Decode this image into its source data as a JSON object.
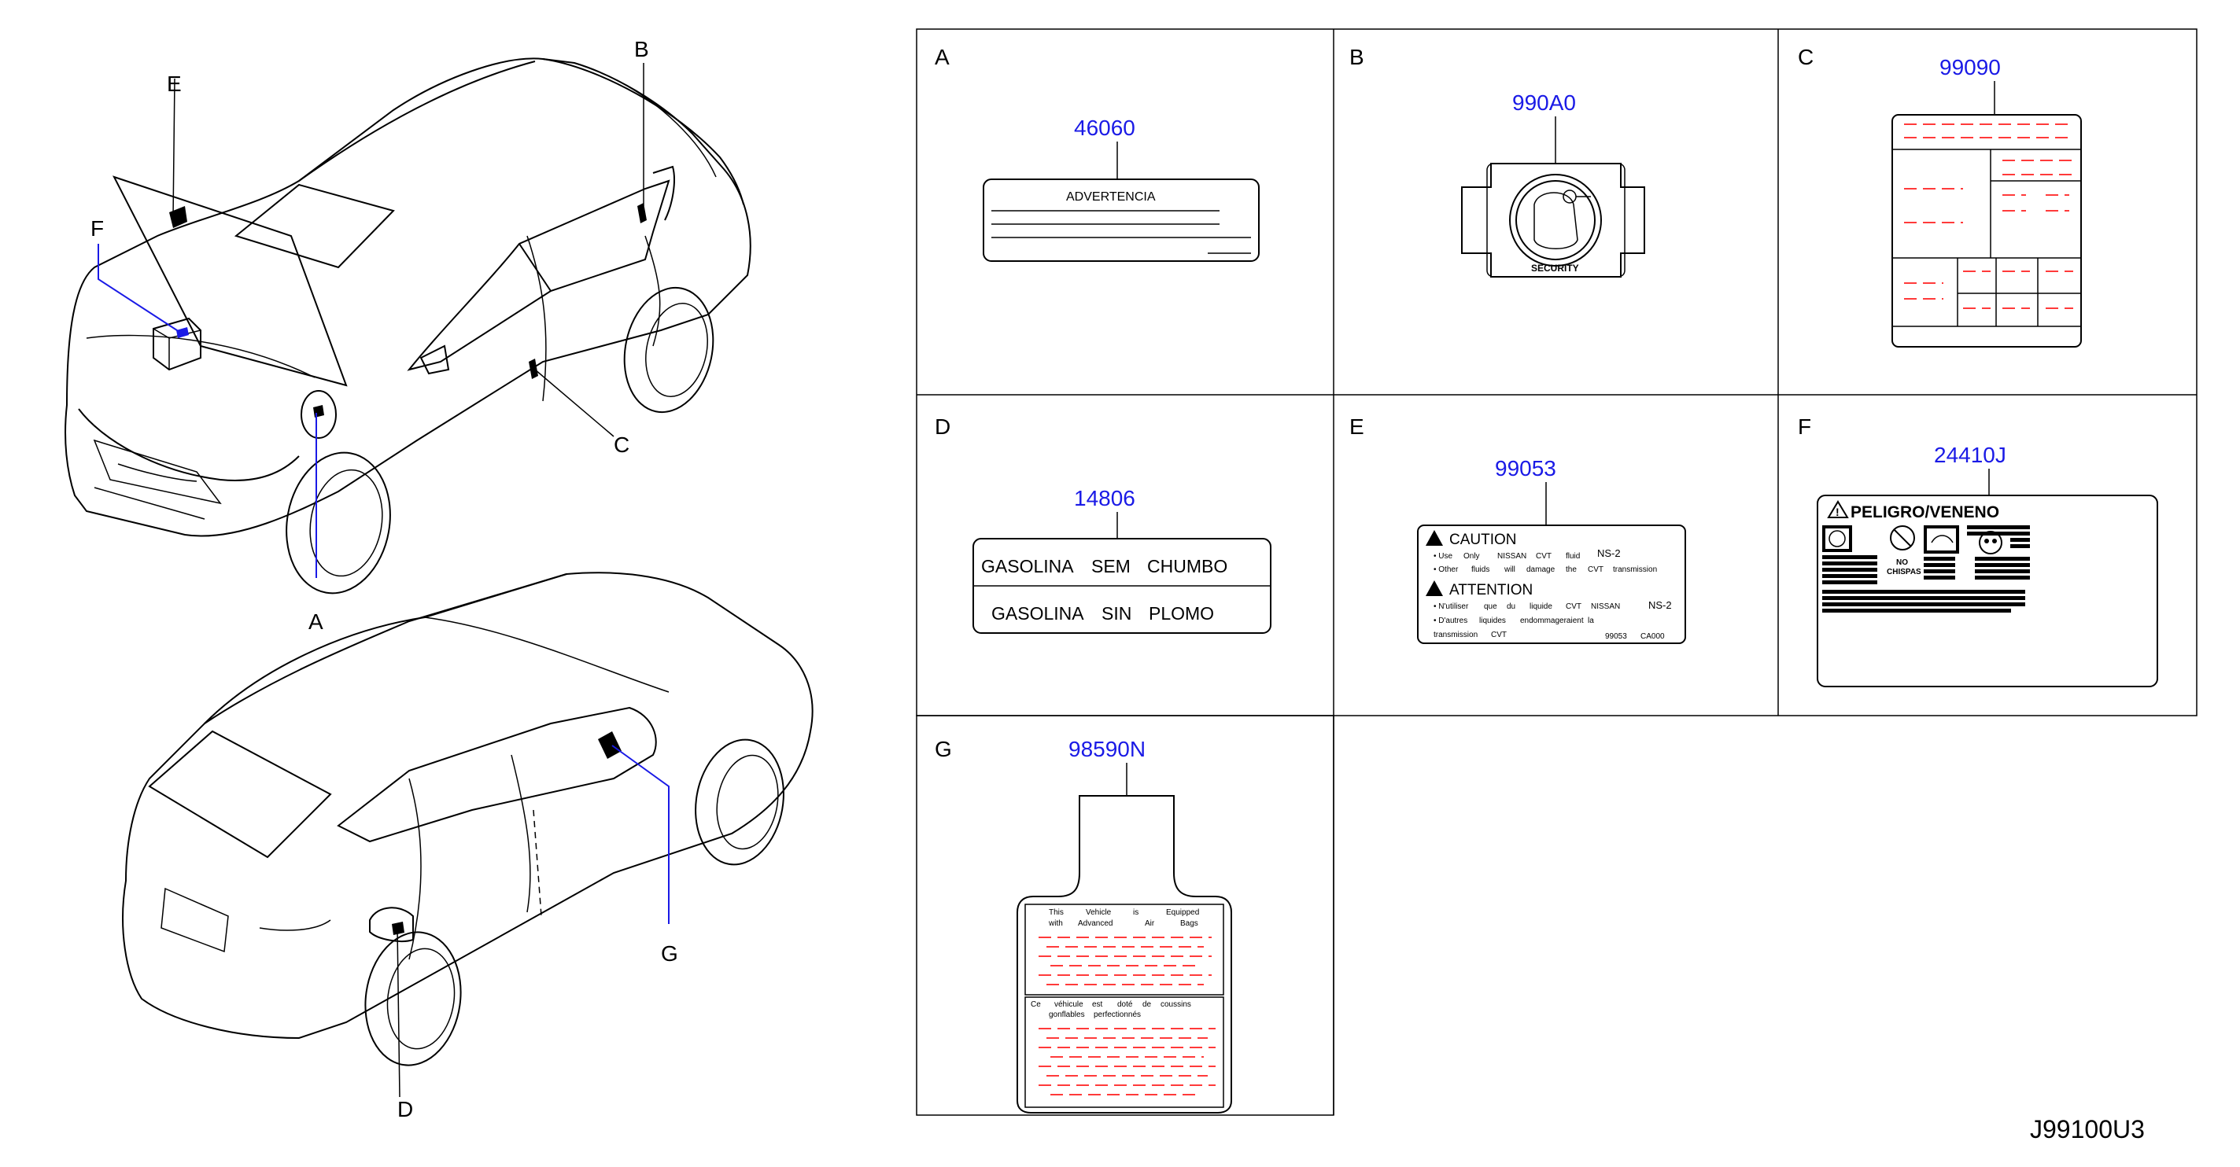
{
  "diagram_code": "J99100U3",
  "callouts": {
    "a": "A",
    "b": "B",
    "c": "C",
    "d": "D",
    "e": "E",
    "f": "F",
    "g": "G"
  },
  "cells": {
    "a": {
      "letter": "A",
      "part_number": "46060",
      "label_heading": "ADVERTENCIA"
    },
    "b": {
      "letter": "B",
      "part_number": "990A0",
      "label_text": "SECURITY"
    },
    "c": {
      "letter": "C",
      "part_number": "99090"
    },
    "d": {
      "letter": "D",
      "part_number": "14806",
      "line1": [
        "GASOLINA",
        "SEM",
        "CHUMBO"
      ],
      "line2": [
        "GASOLINA",
        "SIN",
        "PLOMO"
      ]
    },
    "e": {
      "letter": "E",
      "part_number": "99053",
      "caution_title": "CAUTION",
      "caution_line1": [
        "• Use",
        "Only",
        "NISSAN",
        "CVT",
        "fluid",
        "NS-2"
      ],
      "caution_line2": [
        "• Other",
        "fluids",
        "will",
        "damage",
        "the",
        "CVT",
        "transmission"
      ],
      "attention_title": "ATTENTION",
      "attention_line1": [
        "• N'utiliser",
        "que",
        "du",
        "liquide",
        "CVT",
        "NISSAN",
        "NS-2"
      ],
      "attention_line2": [
        "• D'autres",
        "liquides",
        "endommageraient",
        "la"
      ],
      "attention_line3": [
        "transmission",
        "CVT"
      ],
      "footer": [
        "99053",
        "CA000"
      ]
    },
    "f": {
      "letter": "F",
      "part_number": "24410J",
      "label_heading": "PELIGRO/VENENO",
      "icon_caption_1": "NO",
      "icon_caption_2": "CHISPAS"
    },
    "g": {
      "letter": "G",
      "part_number": "98590N",
      "line1": [
        "This",
        "Vehicle",
        "is",
        "Equipped"
      ],
      "line2": [
        "with",
        "Advanced",
        "Air",
        "Bags"
      ],
      "line3": [
        "Ce",
        "véhicule",
        "est",
        "doté",
        "de",
        "coussins"
      ],
      "line4": [
        "gonflables",
        "perfectionnés"
      ]
    }
  },
  "colors": {
    "part_number": "#1a1ae6",
    "placeholder_text": "#ff3a3a",
    "leader_line": "#1a1ae6",
    "outline": "#000000"
  }
}
